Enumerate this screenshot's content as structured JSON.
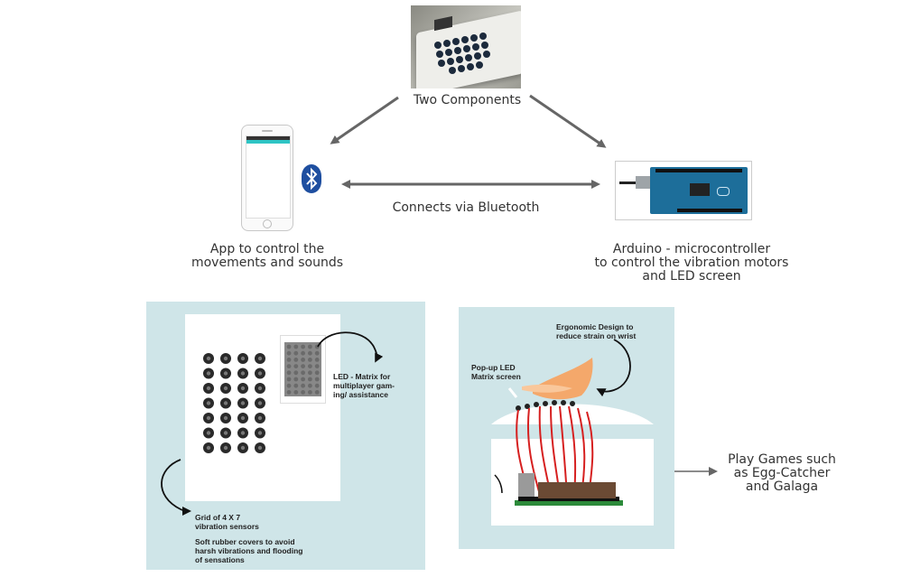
{
  "top": {
    "title": "Two Components",
    "bluetooth_label": "Connects via Bluetooth",
    "app_caption": [
      "App to control the",
      "movements and sounds"
    ],
    "arduino_caption": [
      "Arduino - microcontroller",
      "to control the vibration motors",
      "and LED screen"
    ]
  },
  "left_panel": {
    "led_label": [
      "LED - Matrix for",
      "multiplayer gam-",
      "ing/ assistance"
    ],
    "grid_label": [
      "Grid of 4 X 7",
      "vibration sensors"
    ],
    "rubber_label": [
      "Soft rubber covers to avoid",
      "harsh vibrations and flooding",
      "of sensations"
    ]
  },
  "right_panel": {
    "ergonomic_label": [
      "Ergonomic Design to",
      "reduce strain on wrist"
    ],
    "popup_label": [
      "Pop-up LED",
      "Matrix screen"
    ],
    "games_label": [
      "Play Games such",
      "as Egg-Catcher",
      "and Galaga"
    ]
  },
  "colors": {
    "panel_bg": "#cfe5e8",
    "arrow": "#666666",
    "bluetooth": "#1f4fa0",
    "wire": "#d62020",
    "arduino_board": "#1d6e9a"
  }
}
